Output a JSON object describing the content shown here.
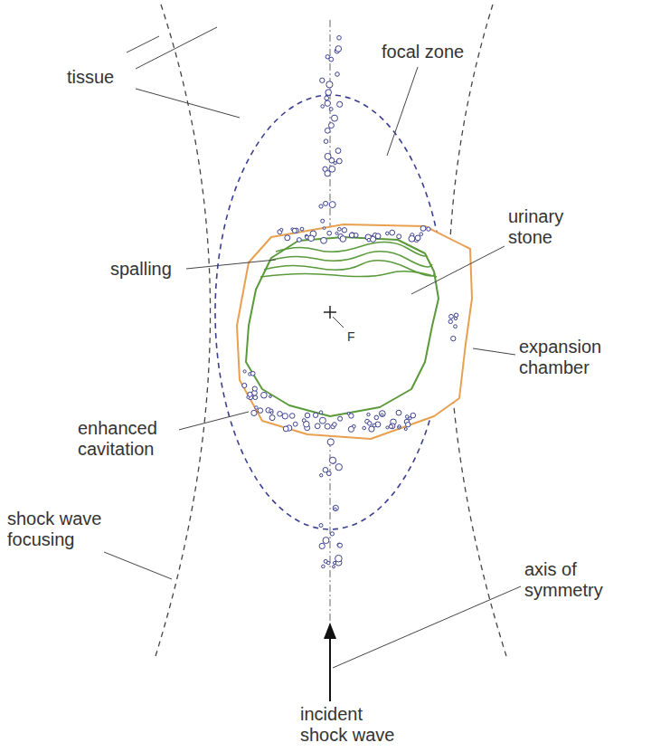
{
  "diagram": {
    "labels": [
      "tissue",
      "focal zone",
      "spalling",
      "urinary stone",
      "expansion chamber",
      "F",
      "enhanced cavitation",
      "shock wave focusing",
      "axis of symmetry",
      "incident shock wave"
    ]
  }
}
